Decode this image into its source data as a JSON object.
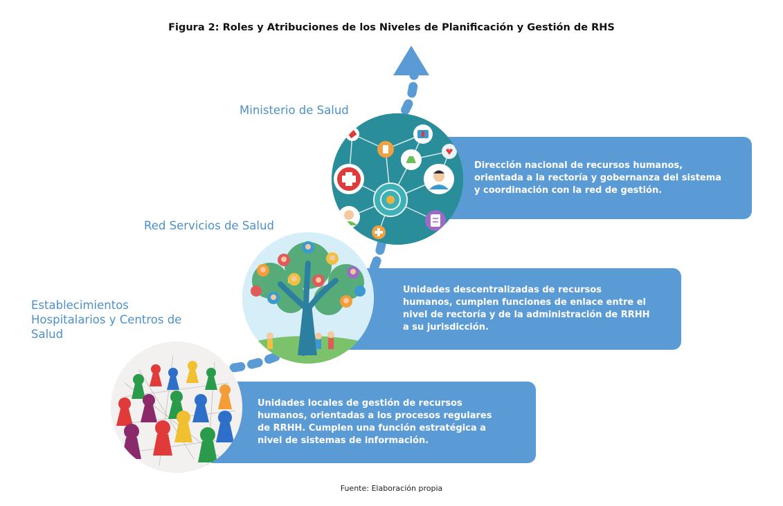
{
  "figure": {
    "title": "Figura 2: Roles y Atribuciones de los Niveles de Planificación y Gestión de RHS",
    "source": "Fuente:  Elaboración propia"
  },
  "levels": [
    {
      "label_lines": [
        "Ministerio de Salud"
      ],
      "description_lines": [
        "Dirección nacional de recursos humanos,",
        "orientada a la rectoría y gobernanza del sistema",
        "y coordinación con la red de gestión."
      ]
    },
    {
      "label_lines": [
        "Red Servicios de Salud"
      ],
      "description_lines": [
        "Unidades descentralizadas de recursos",
        "humanos, cumplen funciones de enlace entre el",
        "nivel de rectoría y de la administración de RRHH",
        "a su jurisdicción."
      ]
    },
    {
      "label_lines": [
        "Establecimientos",
        "Hospitalarios y Centros de",
        "Salud"
      ],
      "description_lines": [
        "Unidades locales de gestión de recursos",
        "humanos, orientadas a los procesos regulares",
        "de RRHH. Cumplen una función estratégica a",
        "nivel de sistemas de información."
      ]
    }
  ],
  "colors": {
    "accent": "#5b9bd5",
    "label": "#4d90c8",
    "arrow": "#5b9bd5"
  },
  "icons": [
    "health-network-image",
    "tree-network-image",
    "game-pieces-network-image",
    "dashed-arrow-icon"
  ]
}
